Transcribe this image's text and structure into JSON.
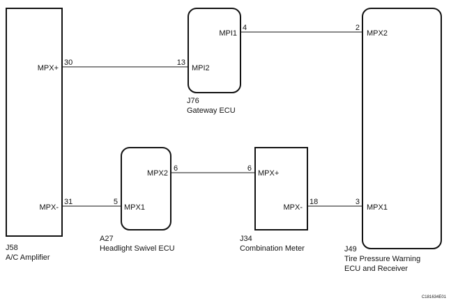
{
  "components": {
    "j58": {
      "code": "J58",
      "name": "A/C Amplifier",
      "pin_mpx_plus": "MPX+",
      "pin_mpx_minus": "MPX-"
    },
    "j76": {
      "code": "J76",
      "name": "Gateway ECU",
      "pin_mpi1": "MPI1",
      "pin_mpi2": "MPI2"
    },
    "a27": {
      "code": "A27",
      "name": "Headlight Swivel ECU",
      "pin_mpx2": "MPX2",
      "pin_mpx1": "MPX1"
    },
    "j34": {
      "code": "J34",
      "name": "Combination Meter",
      "pin_mpx_plus": "MPX+",
      "pin_mpx_minus": "MPX-"
    },
    "j49": {
      "code": "J49",
      "name_line1": "Tire Pressure Warning",
      "name_line2": "ECU and Receiver",
      "pin_mpx2": "MPX2",
      "pin_mpx1": "MPX1"
    }
  },
  "wires": {
    "j58_j76": {
      "from_pin": "30",
      "to_pin": "13"
    },
    "j76_j49": {
      "from_pin": "4",
      "to_pin": "2"
    },
    "a27_j34": {
      "from_pin": "6",
      "to_pin": "6"
    },
    "j58_a27": {
      "from_pin": "31",
      "to_pin": "5"
    },
    "j34_j49": {
      "from_pin": "18",
      "to_pin": "3"
    }
  },
  "figure_code": "C181634E01"
}
